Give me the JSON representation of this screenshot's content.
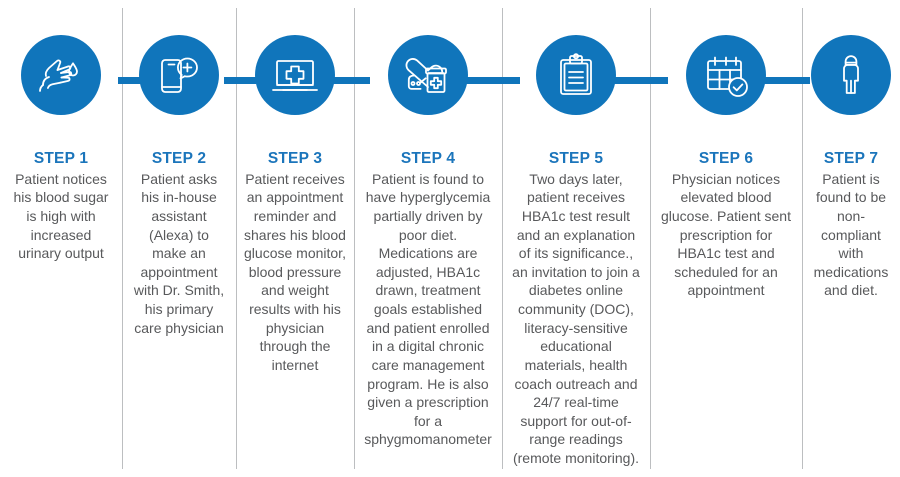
{
  "theme": {
    "brand_blue": "#1075bb",
    "label_blue": "#1b75bb",
    "body_gray": "#58595b",
    "divider_gray": "#bcbec0",
    "background": "#ffffff"
  },
  "steps": [
    {
      "label": "STEP 1",
      "icon": "hand-blood-drop-icon",
      "text": "Patient notices his blood sugar is high with increased urinary output"
    },
    {
      "label": "STEP 2",
      "icon": "smartphone-chat-plus-icon",
      "text": "Patient asks his in-house assistant (Alexa) to make an appointment with Dr. Smith, his primary care physician"
    },
    {
      "label": "STEP 3",
      "icon": "laptop-medical-cross-icon",
      "text": "Patient receives an appointment reminder and shares his blood glucose monitor, blood pressure and weight results with his physician through the internet"
    },
    {
      "label": "STEP 4",
      "icon": "heart-monitor-pill-bottle-icon",
      "text": "Patient is found to have hyperglycemia partially driven by poor diet. Medications are adjusted, HBA1c drawn, treatment goals established and patient enrolled in a digital chronic care management program. He is also given a prescription for a sphygmomanometer"
    },
    {
      "label": "STEP 5",
      "icon": "clipboard-icon",
      "text": "Two days later, patient receives HBA1c test result and an explanation of its significance., an invitation to join a diabetes online community (DOC), literacy-sensitive educational materials, health coach outreach and 24/7 real-time support for out-of-range readings (remote monitoring)."
    },
    {
      "label": "STEP 6",
      "icon": "calendar-check-icon",
      "text": "Physician notices elevated blood glucose. Patient sent prescription for HBA1c test and scheduled for an appointment"
    },
    {
      "label": "STEP 7",
      "icon": "person-standing-icon",
      "text": "Patient is found to be non-compliant with medications and diet."
    }
  ]
}
